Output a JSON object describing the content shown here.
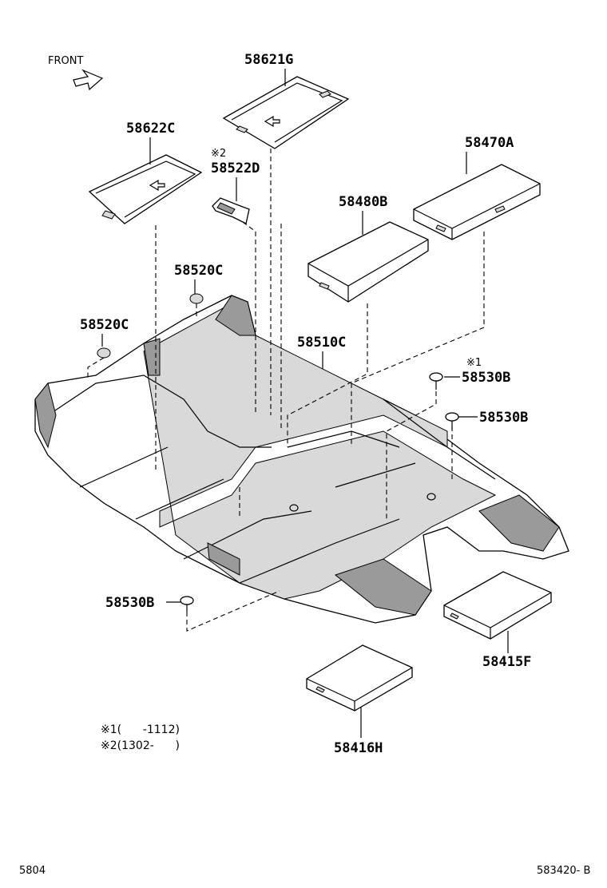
{
  "front_label": "FRONT",
  "parts": {
    "p58621G": "58621G",
    "p58622C": "58622C",
    "p58470A": "58470A",
    "p58522D": "58522D",
    "p58522D_mark": "※2",
    "p58480B": "58480B",
    "p58520C_upper": "58520C",
    "p58520C_lower": "58520C",
    "p58510C": "58510C",
    "p58530B_right_top": "58530B",
    "p58530B_right_top_mark": "※1",
    "p58530B_right": "58530B",
    "p58530B_left": "58530B",
    "p58415F": "58415F",
    "p58416H": "58416H"
  },
  "notes": {
    "note1": "※1(      -1112)",
    "note2": "※2(1302-      )"
  },
  "footer": {
    "left_code": "5804",
    "right_code": "583420- B"
  },
  "icons": [
    "front-arrow-icon",
    "clip-icon"
  ]
}
